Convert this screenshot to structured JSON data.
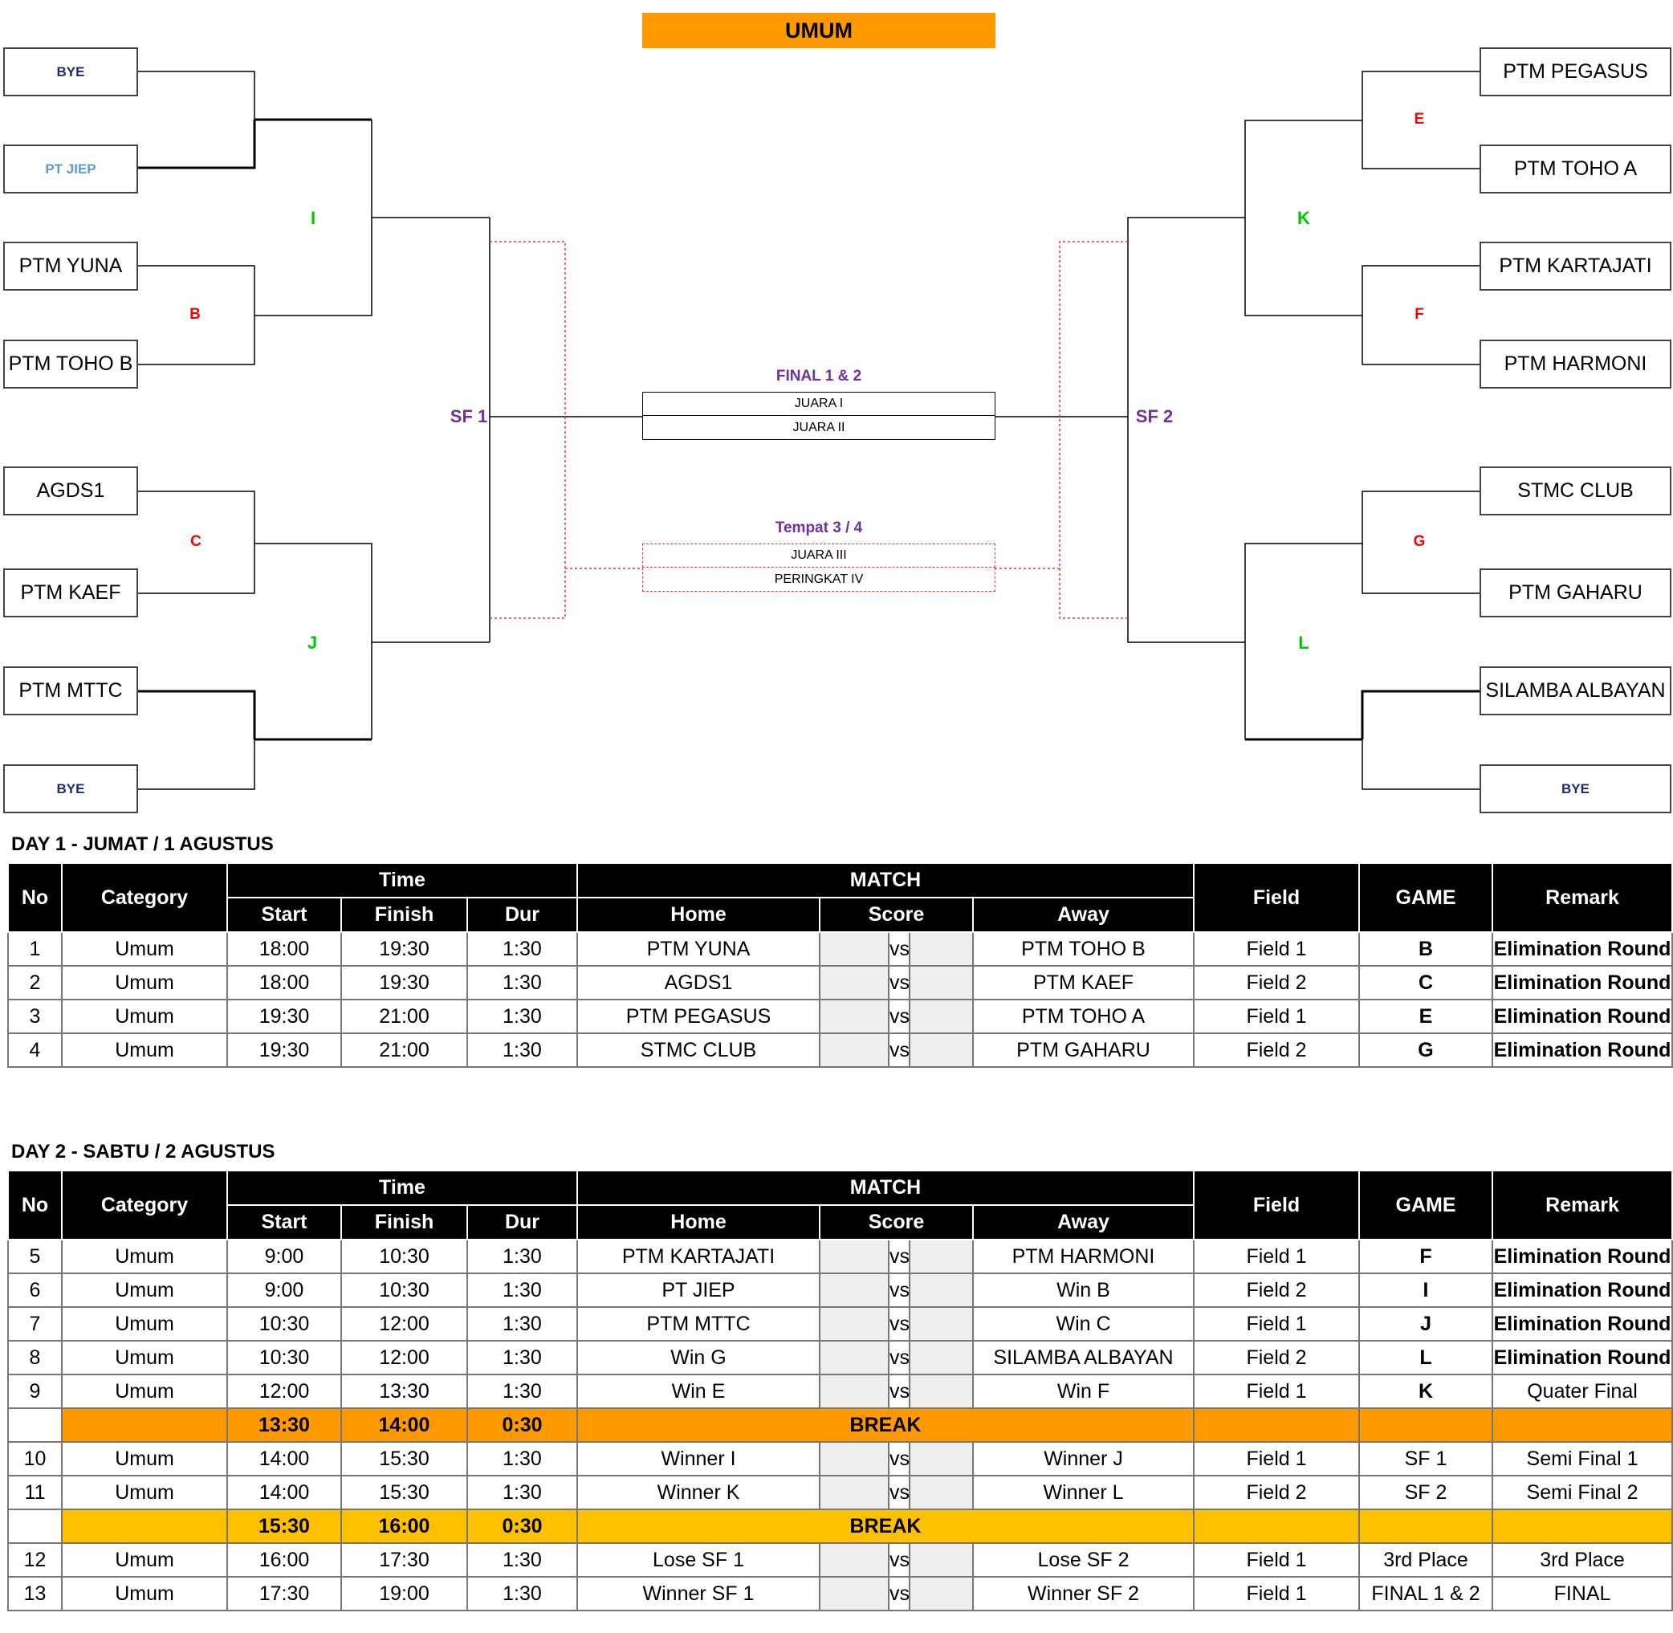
{
  "title": "UMUM",
  "bracket": {
    "left_teams": [
      "BYE",
      "PT JIEP",
      "PTM YUNA",
      "PTM TOHO B",
      "AGDS1",
      "PTM KAEF",
      "PTM MTTC",
      "BYE"
    ],
    "right_teams": [
      "PTM PEGASUS",
      "PTM TOHO A",
      "PTM KARTAJATI",
      "PTM HARMONI",
      "STMC CLUB",
      "PTM GAHARU",
      "SILAMBA ALBAYAN",
      "BYE"
    ],
    "labels": {
      "B": "B",
      "C": "C",
      "E": "E",
      "F": "F",
      "G": "G",
      "I": "I",
      "J": "J",
      "K": "K",
      "L": "L",
      "sf1": "SF 1",
      "sf2": "SF 2"
    },
    "final": {
      "heading": "FINAL 1 & 2",
      "row1": "JUARA   I",
      "row2": "JUARA   II"
    },
    "third": {
      "heading": "Tempat 3 / 4",
      "row1": "JUARA   III",
      "row2": "PERINGKAT   IV"
    }
  },
  "headers": {
    "no": "No",
    "category": "Category",
    "time": "Time",
    "start": "Start",
    "finish": "Finish",
    "dur": "Dur",
    "match": "MATCH",
    "home": "Home",
    "score": "Score",
    "away": "Away",
    "field": "Field",
    "game": "GAME",
    "remark": "Remark"
  },
  "day1": {
    "title": "DAY 1 - JUMAT / 1 AGUSTUS",
    "rows": [
      {
        "no": "1",
        "cat": "Umum",
        "start": "18:00",
        "finish": "19:30",
        "dur": "1:30",
        "home": "PTM YUNA",
        "vs": "vs",
        "away": "PTM TOHO B",
        "field": "Field 1",
        "game": "B",
        "remark": "Elimination Round"
      },
      {
        "no": "2",
        "cat": "Umum",
        "start": "18:00",
        "finish": "19:30",
        "dur": "1:30",
        "home": "AGDS1",
        "vs": "vs",
        "away": "PTM KAEF",
        "field": "Field 2",
        "game": "C",
        "remark": "Elimination Round"
      },
      {
        "no": "3",
        "cat": "Umum",
        "start": "19:30",
        "finish": "21:00",
        "dur": "1:30",
        "home": "PTM PEGASUS",
        "vs": "vs",
        "away": "PTM TOHO A",
        "field": "Field 1",
        "game": "E",
        "remark": "Elimination Round"
      },
      {
        "no": "4",
        "cat": "Umum",
        "start": "19:30",
        "finish": "21:00",
        "dur": "1:30",
        "home": "STMC CLUB",
        "vs": "vs",
        "away": "PTM GAHARU",
        "field": "Field 2",
        "game": "G",
        "remark": "Elimination Round"
      }
    ]
  },
  "day2": {
    "title": "DAY 2 - SABTU / 2 AGUSTUS",
    "rows": [
      {
        "no": "5",
        "cat": "Umum",
        "start": "9:00",
        "finish": "10:30",
        "dur": "1:30",
        "home": "PTM KARTAJATI",
        "vs": "vs",
        "away": "PTM HARMONI",
        "field": "Field 1",
        "game": "F",
        "remark": "Elimination Round"
      },
      {
        "no": "6",
        "cat": "Umum",
        "start": "9:00",
        "finish": "10:30",
        "dur": "1:30",
        "home": "PT JIEP",
        "vs": "vs",
        "away": "Win B",
        "field": "Field 2",
        "game": "I",
        "remark": "Elimination Round"
      },
      {
        "no": "7",
        "cat": "Umum",
        "start": "10:30",
        "finish": "12:00",
        "dur": "1:30",
        "home": "PTM MTTC",
        "vs": "vs",
        "away": "Win C",
        "field": "Field 1",
        "game": "J",
        "remark": "Elimination Round"
      },
      {
        "no": "8",
        "cat": "Umum",
        "start": "10:30",
        "finish": "12:00",
        "dur": "1:30",
        "home": "Win G",
        "vs": "vs",
        "away": "SILAMBA ALBAYAN",
        "field": "Field 2",
        "game": "L",
        "remark": "Elimination Round"
      },
      {
        "no": "9",
        "cat": "Umum",
        "start": "12:00",
        "finish": "13:30",
        "dur": "1:30",
        "home": "Win E",
        "vs": "vs",
        "away": "Win F",
        "field": "Field 1",
        "game": "K",
        "remark": "Quater Final"
      }
    ],
    "break1": {
      "start": "13:30",
      "finish": "14:00",
      "dur": "0:30",
      "label": "BREAK"
    },
    "rows_b": [
      {
        "no": "10",
        "cat": "Umum",
        "start": "14:00",
        "finish": "15:30",
        "dur": "1:30",
        "home": "Winner I",
        "vs": "vs",
        "away": "Winner J",
        "field": "Field 1",
        "game": "SF 1",
        "remark": "Semi Final 1"
      },
      {
        "no": "11",
        "cat": "Umum",
        "start": "14:00",
        "finish": "15:30",
        "dur": "1:30",
        "home": "Winner K",
        "vs": "vs",
        "away": "Winner L",
        "field": "Field 2",
        "game": "SF 2",
        "remark": "Semi Final 2"
      }
    ],
    "break2": {
      "start": "15:30",
      "finish": "16:00",
      "dur": "0:30",
      "label": "BREAK"
    },
    "rows_c": [
      {
        "no": "12",
        "cat": "Umum",
        "start": "16:00",
        "finish": "17:30",
        "dur": "1:30",
        "home": "Lose SF 1",
        "vs": "vs",
        "away": "Lose SF 2",
        "field": "Field 1",
        "game": "3rd Place",
        "remark": "3rd Place"
      },
      {
        "no": "13",
        "cat": "Umum",
        "start": "17:30",
        "finish": "19:00",
        "dur": "1:30",
        "home": "Winner SF 1",
        "vs": "vs",
        "away": "Winner SF 2",
        "field": "Field 1",
        "game": "FINAL 1 & 2",
        "remark": "FINAL"
      }
    ]
  },
  "colors": {
    "orange": "#ff9900",
    "yellow": "#ffc000",
    "label_red": "#ff0000",
    "label_green": "#00c800",
    "label_purple": "#7030a0"
  }
}
